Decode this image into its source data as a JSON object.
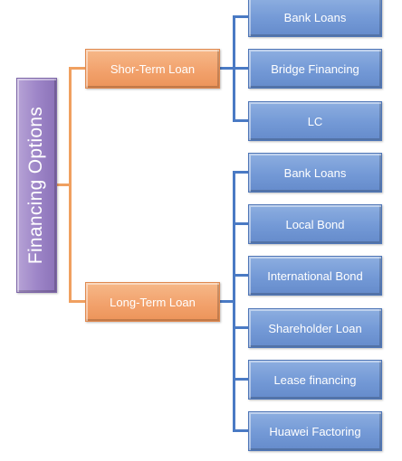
{
  "diagram": {
    "root": {
      "label": "Financing Options"
    },
    "short_term": {
      "label": "Shor-Term Loan",
      "children": [
        "Bank Loans",
        "Bridge Financing",
        "LC"
      ]
    },
    "long_term": {
      "label": "Long-Term Loan",
      "children": [
        "Bank Loans",
        "Local Bond",
        "International Bond",
        "Shareholder Loan",
        "Lease financing",
        "Huawei Factoring"
      ]
    },
    "colors": {
      "root": "#9e86c8",
      "branch": "#f2a26d",
      "leaf": "#7399d6",
      "leaf_connector": "#4a7ac4",
      "branch_connector": "#f0a060"
    }
  }
}
